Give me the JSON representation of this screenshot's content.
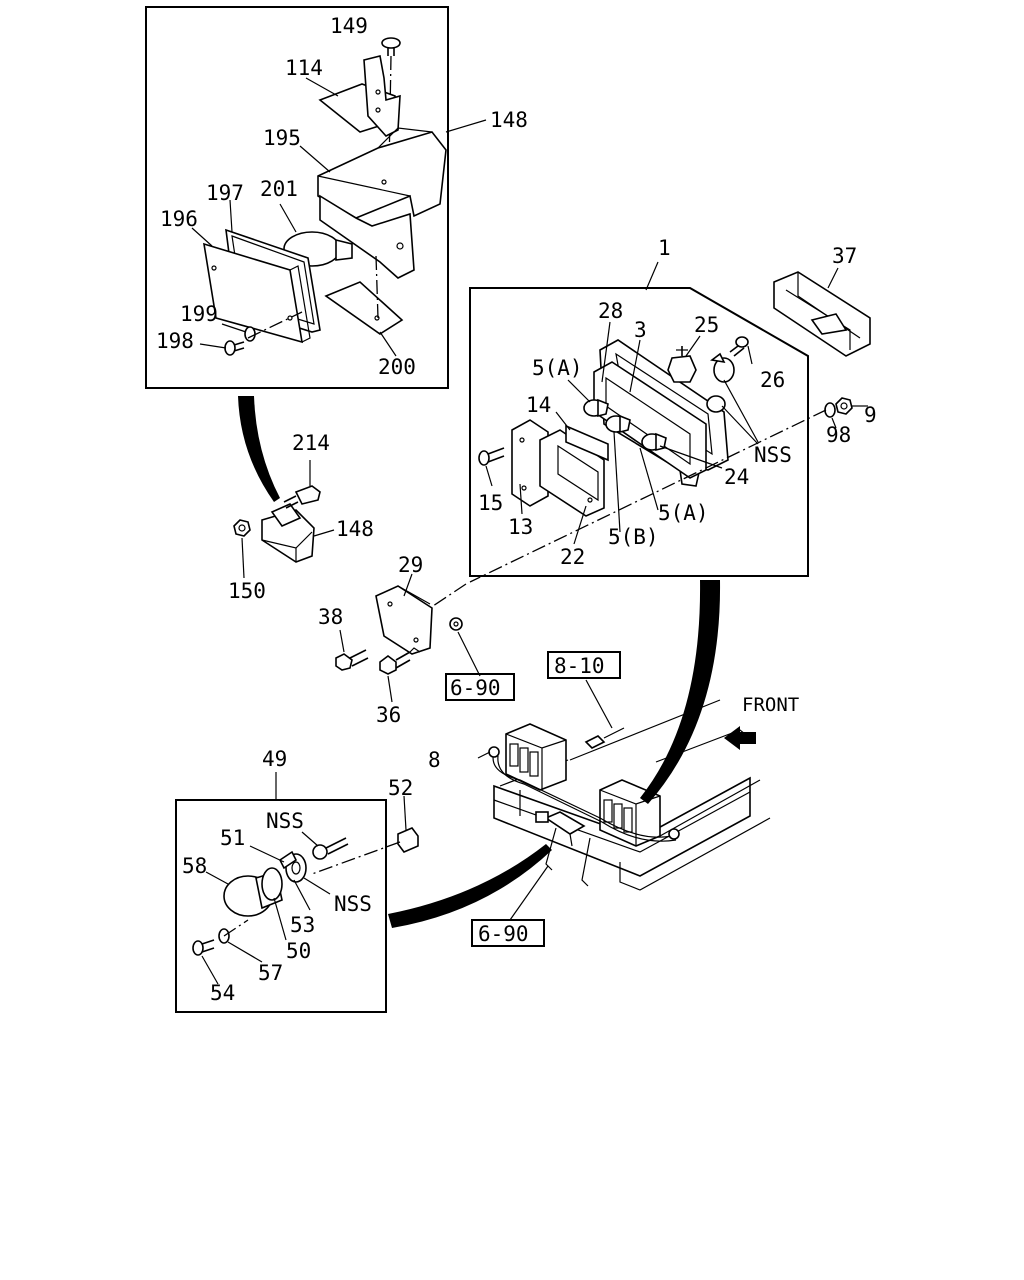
{
  "labels": {
    "l149": "149",
    "l114": "114",
    "l148a": "148",
    "l195": "195",
    "l197": "197",
    "l201": "201",
    "l196": "196",
    "l199": "199",
    "l198": "198",
    "l200": "200",
    "l1": "1",
    "l37": "37",
    "l28": "28",
    "l3": "3",
    "l25": "25",
    "l5a1": "5(A)",
    "l26": "26",
    "l14": "14",
    "l9": "9",
    "l98": "98",
    "lnss1": "NSS",
    "l24": "24",
    "l15": "15",
    "l13": "13",
    "l5a2": "5(A)",
    "l5b": "5(B)",
    "l22": "22",
    "l214": "214",
    "l148b": "148",
    "l150": "150",
    "l29": "29",
    "l38": "38",
    "l36": "36",
    "l8": "8",
    "l49": "49",
    "l52": "52",
    "lnss2": "NSS",
    "l51": "51",
    "l58": "58",
    "lnss3": "NSS",
    "l53": "53",
    "l50": "50",
    "l57": "57",
    "l54": "54"
  },
  "refs": {
    "r690a": "6-90",
    "r810": "8-10",
    "r690b": "6-90"
  },
  "front_label": "FRONT"
}
